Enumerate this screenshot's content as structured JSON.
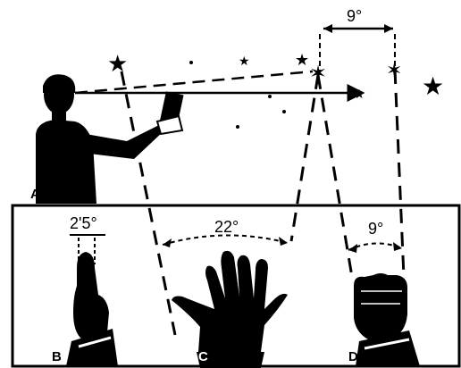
{
  "labels": {
    "panel_a": "A",
    "panel_b": "B",
    "panel_c": "C",
    "panel_d": "D"
  },
  "angles": {
    "star_separation": "9°",
    "finger_width": "2'5°",
    "hand_span": "22°",
    "fist_width": "9°"
  },
  "colors": {
    "ink": "#000000",
    "paper": "#ffffff"
  }
}
